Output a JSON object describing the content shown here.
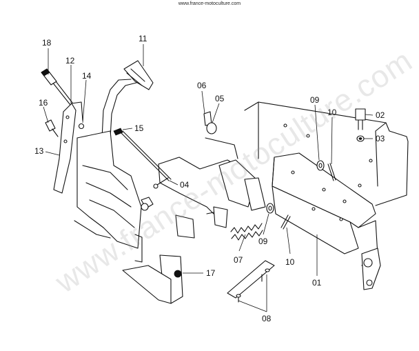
{
  "header": {
    "site_url": "www.france-motoculture.com"
  },
  "watermark": {
    "text": "www.france-motoculture.com"
  },
  "colors": {
    "ink": "#111111",
    "background": "#ffffff",
    "watermark": "#969696"
  },
  "callouts": {
    "c01": "01",
    "c02": "02",
    "c03": "03",
    "c04": "04",
    "c05": "05",
    "c06": "06",
    "c07": "07",
    "c08": "08",
    "c09a": "09",
    "c09b": "09",
    "c10a": "10",
    "c10b": "10",
    "c11": "11",
    "c12": "12",
    "c13": "13",
    "c14": "14",
    "c15": "15",
    "c16": "16",
    "c17": "17",
    "c18": "18"
  }
}
